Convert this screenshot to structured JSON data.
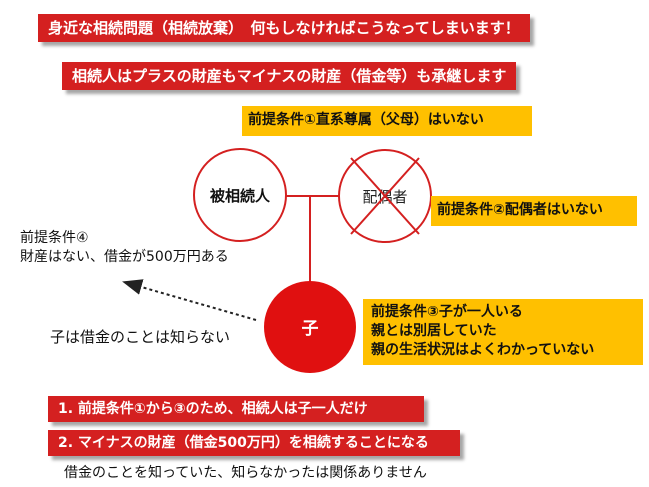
{
  "headline": "身近な相続問題（相続放棄）　何もしなければこうなってしまいます！",
  "subheadline": "相続人はプラスの財産もマイナスの財産（借金等）も承継します",
  "conditions": {
    "c1": "前提条件①直系尊属（父母）はいない",
    "c2": "前提条件②配偶者はいない",
    "c3_lines": [
      "前提条件③子が一人いる",
      "親とは別居していた",
      "親の生活状況はよくわかっていない"
    ],
    "c4_title": "前提条件④",
    "c4_text": "財産はない、借金が500万円ある"
  },
  "nodes": {
    "deceased": "被相続人",
    "spouse": "配偶者",
    "child": "子"
  },
  "child_note": "子は借金のことは知らない",
  "conclusions": [
    "1. 前提条件①から③のため、相続人は子一人だけ",
    "2. マイナスの財産（借金500万円）を相続することになる"
  ],
  "footer_note": "借金のことを知っていた、知らなかったは関係ありません",
  "colors": {
    "red": "#d42020",
    "yellow": "#ffc000",
    "child_fill": "#e01010"
  }
}
